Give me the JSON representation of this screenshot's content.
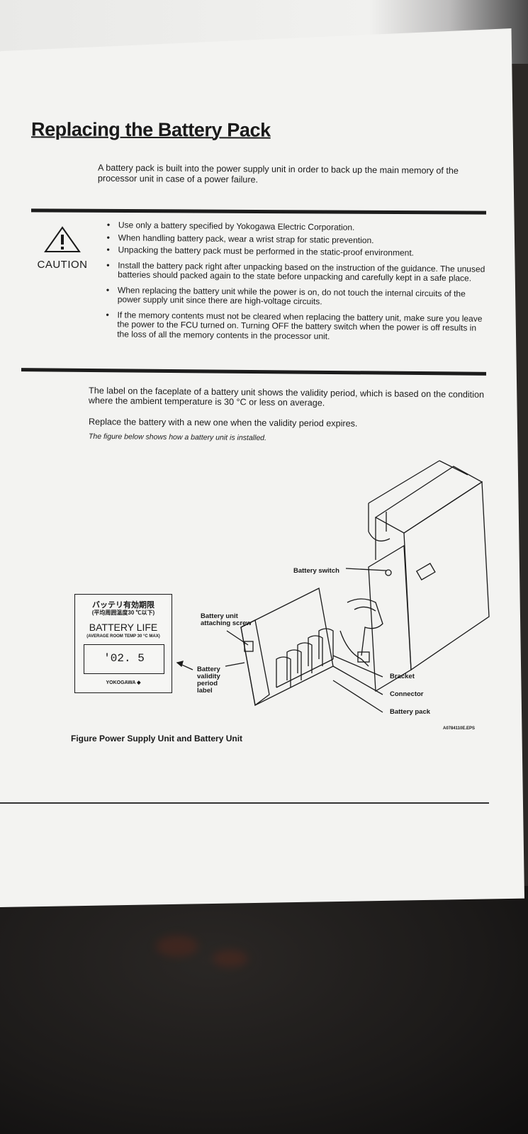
{
  "document": {
    "title": "Replacing the Battery Pack",
    "intro": "A battery pack is built into the power supply unit in order to back up the main memory of the processor unit in case of a power failure.",
    "caution_label": "CAUTION",
    "caution_bullets": [
      "Use only a battery specified by Yokogawa Electric Corporation.",
      "When handling battery pack, wear a wrist strap for static prevention.",
      "Unpacking the battery pack must be performed in the static-proof environment.",
      "Install the battery pack right after unpacking based on the instruction of the guidance. The unused batteries should packed again to the state before unpacking and carefully kept in a safe place.",
      "When replacing the battery unit while the power is on, do not touch the internal circuits of the power supply unit since there are high-voltage circuits.",
      "If the memory contents must not be cleared when replacing the battery unit, make sure you leave the power to the FCU turned on. Turning OFF the battery switch when the power is off results in the loss of all the memory contents in the processor unit."
    ],
    "para1": "The label on the faceplate of a battery unit shows the validity period, which is based on the condition where the ambient temperature is 30 °C or less on average.",
    "para2": "Replace the battery with a new one when the validity period expires.",
    "para3": "The figure below shows how a battery unit is installed."
  },
  "figure": {
    "battery_label": {
      "jp_title": "バッテリ有効期限",
      "jp_sub": "(平均周囲温度30 ℃以下)",
      "life": "BATTERY LIFE",
      "avg": "(AVERAGE ROOM TEMP 30 °C MAX)",
      "date": "'02. 5",
      "maker": "YOKOGAWA ◆"
    },
    "callouts": {
      "battery_switch": "Battery switch",
      "attaching_screw": "Battery unit attaching screw",
      "validity_label": "Battery validity period label",
      "bracket": "Bracket",
      "connector": "Connector",
      "battery_pack": "Battery pack"
    },
    "caption": "Figure   Power Supply Unit and Battery Unit",
    "code": "A0784110E.EPS"
  }
}
